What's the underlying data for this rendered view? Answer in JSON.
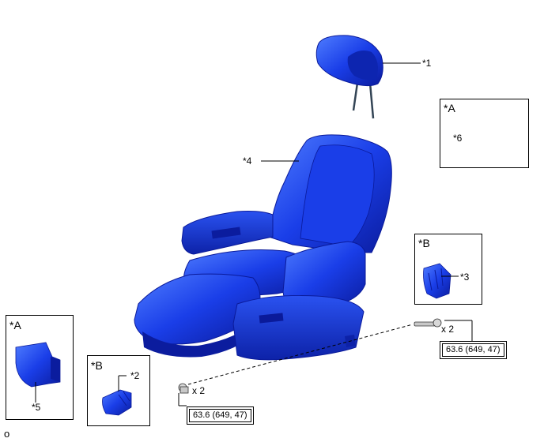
{
  "callouts": {
    "c1": "*1",
    "c2": "*2",
    "c3": "*3",
    "c4": "*4",
    "c5": "*5",
    "c6": "*6"
  },
  "insets": {
    "a_top": "*A",
    "a_left": "*A",
    "b_right": "*B",
    "b_bottom": "*B"
  },
  "fasteners": {
    "qty_right": "x 2",
    "qty_left": "x 2",
    "torque_right": "63.6 (649, 47)",
    "torque_left": "63.6 (649, 47)"
  },
  "footer": {
    "mark": "o"
  },
  "colors": {
    "part_fill": "#1a3ee8",
    "part_dark": "#0a1a9a",
    "part_light": "#5a86ff",
    "line": "#000000"
  }
}
